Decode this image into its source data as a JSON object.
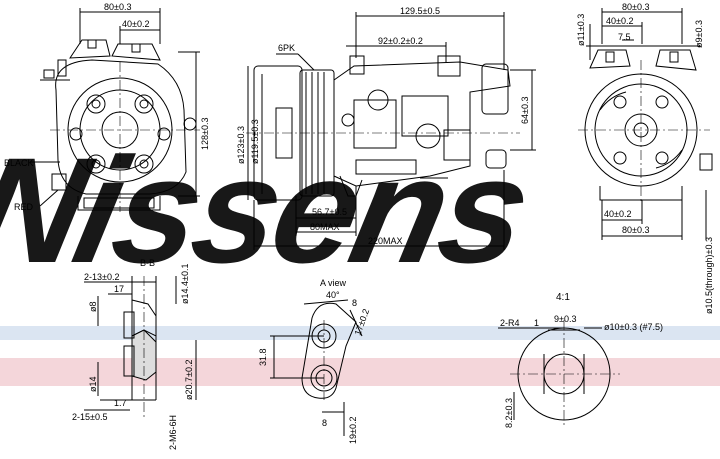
{
  "watermark": {
    "text": "Nissens",
    "color": "#c9d6ea",
    "band_color": "#f4d6da",
    "band2_color": "#dbe5f2"
  },
  "views": {
    "front": {
      "dims": [
        "80±0.3",
        "40±0.2",
        "128±0.3"
      ],
      "labels": {
        "black": "BLACK",
        "red": "RED"
      }
    },
    "side": {
      "dims": [
        "129.5±0.5",
        "92±0.2±0.2",
        "64±0.3",
        "ø123±0.3",
        "ø119.5±0.3",
        "56.7±0.5",
        "80MAX",
        "220MAX"
      ],
      "labels": {
        "belt": "6PK"
      }
    },
    "rear": {
      "dims": [
        "80±0.3",
        "40±0.2",
        "7.5",
        "ø11±0.3",
        "ø9±0.3",
        "40±0.2",
        "80±0.3",
        "ø10.5(through)±0.3"
      ]
    },
    "section_bb": {
      "title": "B-B",
      "dims": [
        "2-13±0.2",
        "17",
        "ø8",
        "ø14.4±0.1",
        "ø14",
        "ø20.7±0.2",
        "1.7",
        "2-15±0.5",
        "2-M6-6H"
      ]
    },
    "view_a": {
      "title": "A view",
      "dims": [
        "40°",
        "8",
        "17±0.2",
        "31.8",
        "8",
        "19±0.2"
      ]
    },
    "detail": {
      "title": "4:1",
      "dims": [
        "2-R4",
        "1",
        "9±0.3",
        "ø10±0.3 (#7.5)",
        "8.2±0.3"
      ]
    }
  }
}
